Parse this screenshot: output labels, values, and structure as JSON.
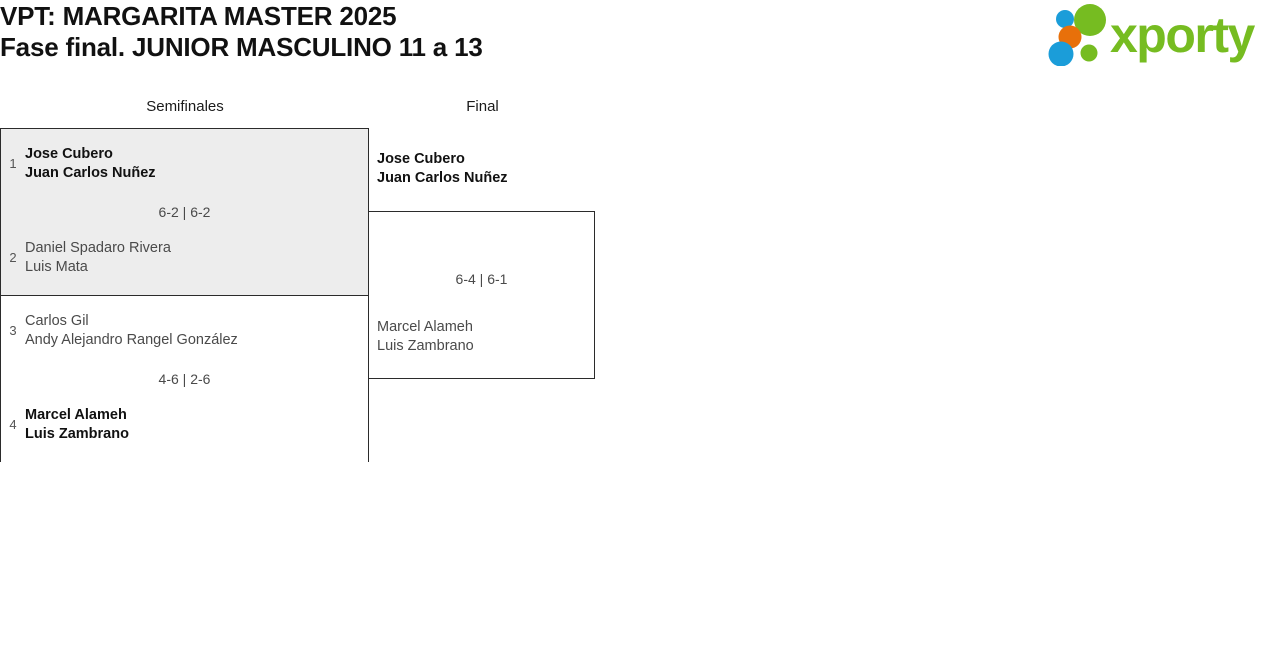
{
  "header": {
    "title_line1": "VPT: MARGARITA MASTER 2025",
    "title_line2": "Fase final. JUNIOR MASCULINO 11 a 13",
    "logo": {
      "wordmark": "xporty",
      "green": "#76bc21",
      "blue": "#1b9dd9",
      "orange": "#e8700a"
    }
  },
  "bracket": {
    "rounds": [
      {
        "label": "Semifinales"
      },
      {
        "label": "Final"
      }
    ],
    "semifinals": [
      {
        "highlighted": true,
        "score": "6-2 | 6-2",
        "teams": [
          {
            "seed": "1",
            "winner": true,
            "player1": "Jose Cubero",
            "player2": "Juan Carlos Nuñez"
          },
          {
            "seed": "2",
            "winner": false,
            "player1": "Daniel Spadaro Rivera",
            "player2": "Luis Mata"
          }
        ]
      },
      {
        "highlighted": false,
        "score": "4-6 | 2-6",
        "teams": [
          {
            "seed": "3",
            "winner": false,
            "player1": "Carlos Gil",
            "player2": "Andy Alejandro Rangel González"
          },
          {
            "seed": "4",
            "winner": true,
            "player1": "Marcel Alameh",
            "player2": "Luis Zambrano"
          }
        ]
      }
    ],
    "final": {
      "score": "6-4 | 6-1",
      "teams": [
        {
          "winner": true,
          "player1": "Jose Cubero",
          "player2": "Juan Carlos Nuñez"
        },
        {
          "winner": false,
          "player1": "Marcel Alameh",
          "player2": "Luis Zambrano"
        }
      ]
    }
  }
}
